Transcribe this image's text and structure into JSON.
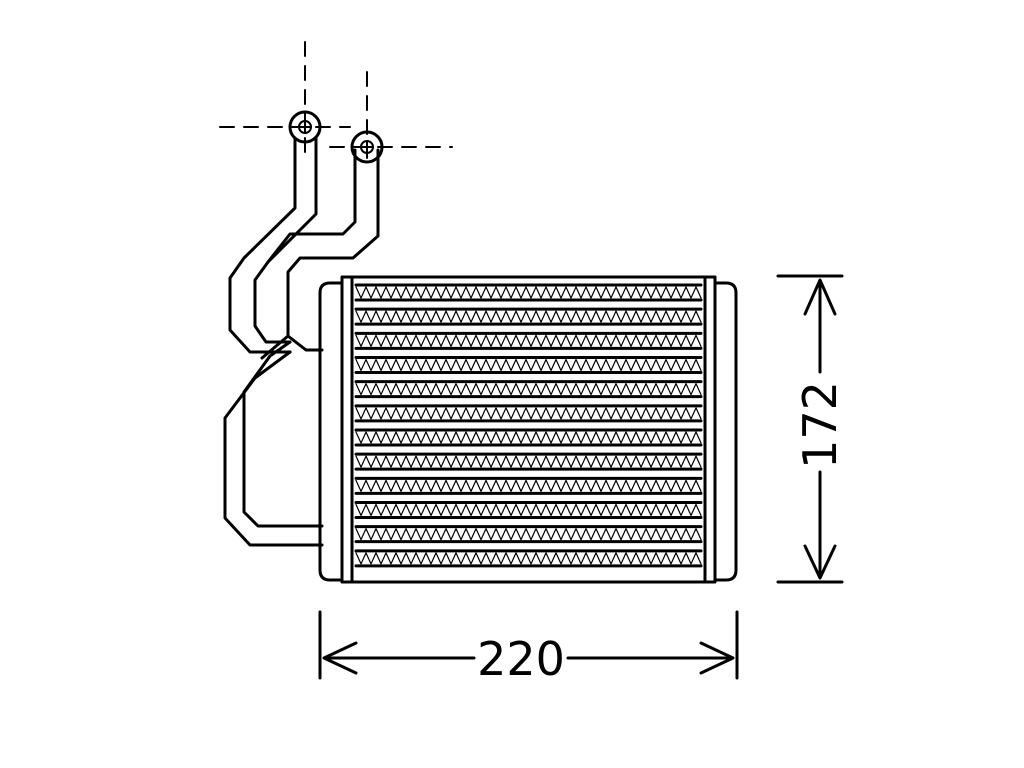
{
  "diagram": {
    "dimensions": {
      "width": {
        "value": "220"
      },
      "height": {
        "value": "172"
      }
    },
    "core": {
      "tube_rows": 12
    },
    "colors": {
      "line": "#000000",
      "background": "#ffffff"
    }
  }
}
